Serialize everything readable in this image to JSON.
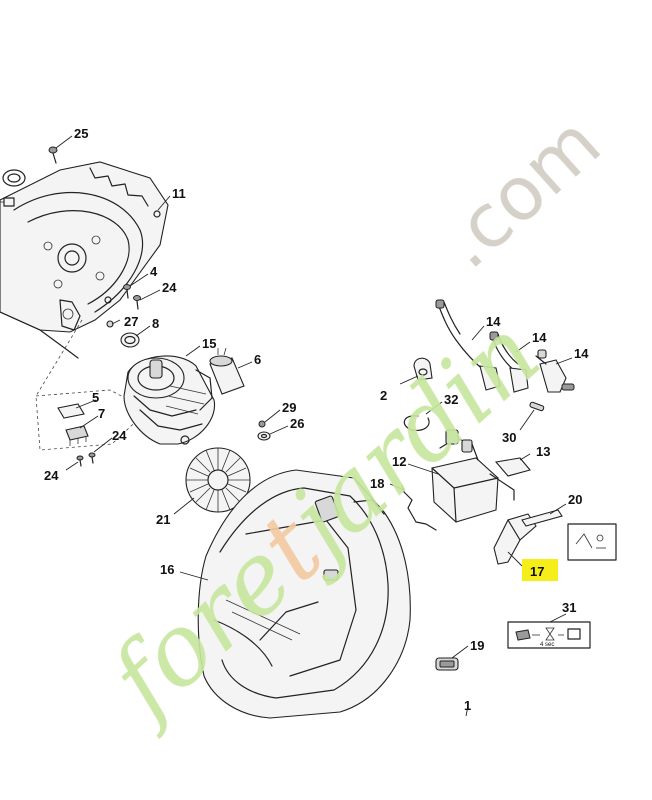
{
  "diagram": {
    "callouts": [
      {
        "id": "c25",
        "text": "25"
      },
      {
        "id": "c11",
        "text": "11"
      },
      {
        "id": "c4",
        "text": "4"
      },
      {
        "id": "c24a",
        "text": "24"
      },
      {
        "id": "c27",
        "text": "27"
      },
      {
        "id": "c8",
        "text": "8"
      },
      {
        "id": "c15",
        "text": "15"
      },
      {
        "id": "c6",
        "text": "6"
      },
      {
        "id": "c5",
        "text": "5"
      },
      {
        "id": "c7",
        "text": "7"
      },
      {
        "id": "c24b",
        "text": "24"
      },
      {
        "id": "c24c",
        "text": "24"
      },
      {
        "id": "c29",
        "text": "29"
      },
      {
        "id": "c26",
        "text": "26"
      },
      {
        "id": "c2",
        "text": "2"
      },
      {
        "id": "c14a",
        "text": "14"
      },
      {
        "id": "c14b",
        "text": "14"
      },
      {
        "id": "c14c",
        "text": "14"
      },
      {
        "id": "c32",
        "text": "32"
      },
      {
        "id": "c30",
        "text": "30"
      },
      {
        "id": "c13",
        "text": "13"
      },
      {
        "id": "c12",
        "text": "12"
      },
      {
        "id": "c18",
        "text": "18"
      },
      {
        "id": "c20",
        "text": "20"
      },
      {
        "id": "c21",
        "text": "21"
      },
      {
        "id": "c16",
        "text": "16"
      },
      {
        "id": "c17",
        "text": "17",
        "highlighted": true
      },
      {
        "id": "c31",
        "text": "31"
      },
      {
        "id": "c19",
        "text": "19"
      },
      {
        "id": "c1",
        "text": "1"
      }
    ],
    "decal_31_text": "4 sec",
    "highlight_color": "#f5ee1a"
  },
  "watermark": {
    "brand_part1": "fore",
    "brand_part2": "t",
    "brand_part3": "jardin",
    "domain": ".com",
    "colors": {
      "green": "#c8e6a0",
      "orange": "#f3c9a2",
      "gray": "#d2cdc4"
    }
  }
}
